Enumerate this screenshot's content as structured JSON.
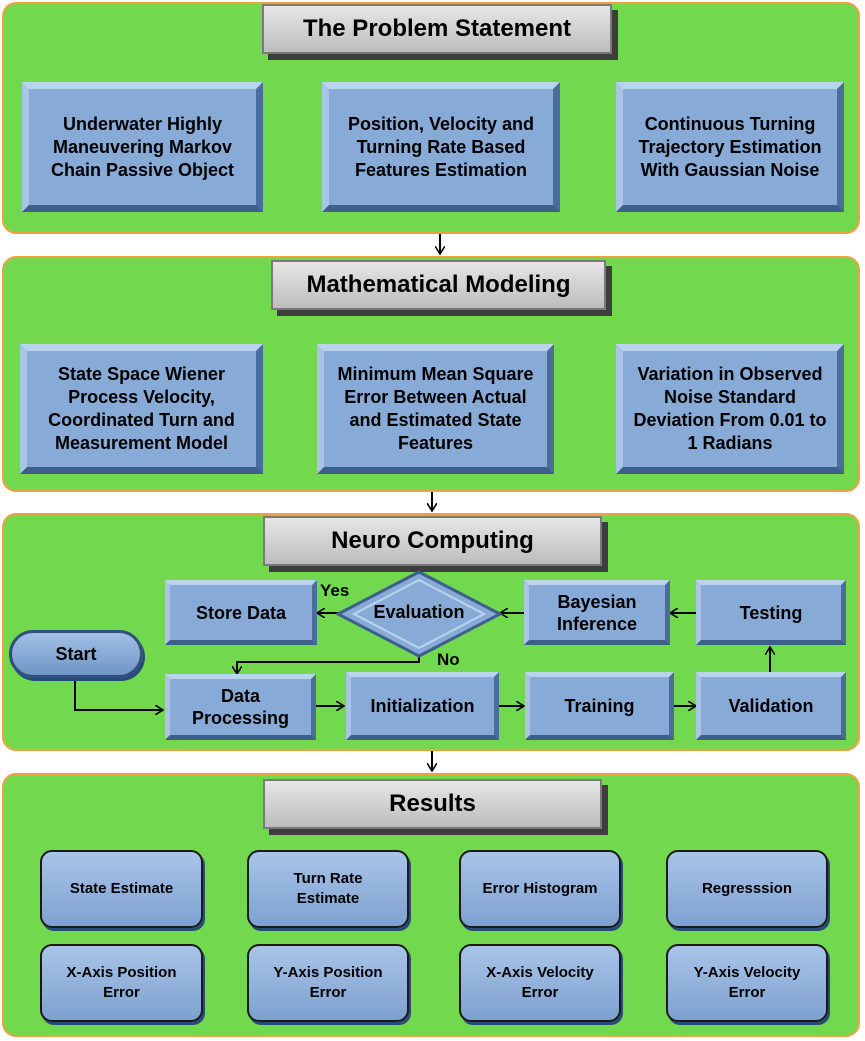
{
  "sections": {
    "problem": {
      "title": "The Problem Statement",
      "boxes": [
        "Underwater Highly Maneuvering Markov Chain Passive Object",
        "Position, Velocity and Turning Rate Based Features Estimation",
        "Continuous Turning Trajectory Estimation With Gaussian Noise"
      ]
    },
    "modeling": {
      "title": "Mathematical Modeling",
      "boxes": [
        "State Space Wiener Process Velocity, Coordinated Turn and Measurement Model",
        "Minimum Mean Square Error Between Actual and Estimated State Features",
        "Variation in Observed Noise Standard Deviation From 0.01 to 1 Radians"
      ]
    },
    "neuro": {
      "title": "Neuro Computing",
      "start": "Start",
      "store_data": "Store Data",
      "evaluation": "Evaluation",
      "bayesian": "Bayesian Inference",
      "testing": "Testing",
      "data_processing": "Data Processing",
      "initialization": "Initialization",
      "training": "Training",
      "validation": "Validation",
      "yes": "Yes",
      "no": "No"
    },
    "results": {
      "title": "Results",
      "boxes": [
        "State Estimate",
        "Turn Rate Estimate",
        "Error Histogram",
        "Regresssion",
        "X-Axis Position Error",
        "Y-Axis Position Error",
        "X-Axis Velocity Error",
        "Y-Axis Velocity Error"
      ]
    }
  },
  "colors": {
    "section_bg": "#72d94f",
    "section_border": "#f0a040",
    "box_fill": "#88aad6"
  }
}
